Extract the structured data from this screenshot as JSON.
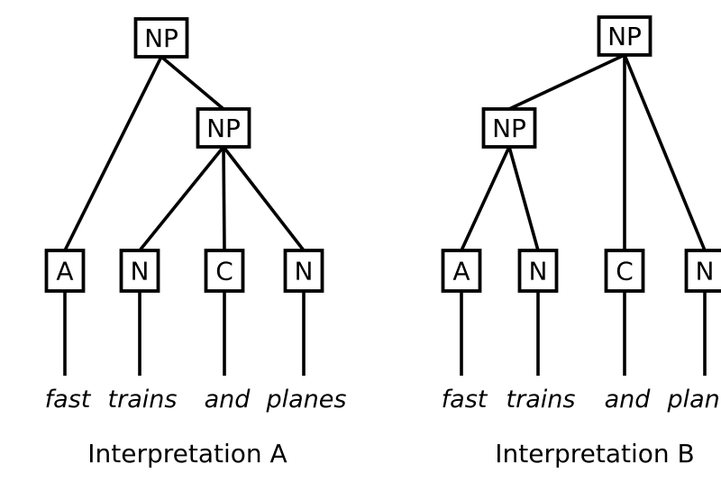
{
  "colors": {
    "background": "#ffffff",
    "ink": "#000000"
  },
  "trees": [
    {
      "caption": "Interpretation A",
      "nodes": [
        {
          "id": "np1",
          "label": "NP"
        },
        {
          "id": "np2",
          "label": "NP"
        },
        {
          "id": "a",
          "label": "A"
        },
        {
          "id": "n1",
          "label": "N"
        },
        {
          "id": "c",
          "label": "C"
        },
        {
          "id": "n2",
          "label": "N"
        }
      ],
      "edges": [
        [
          "np1",
          "a"
        ],
        [
          "np1",
          "np2"
        ],
        [
          "np2",
          "n1"
        ],
        [
          "np2",
          "c"
        ],
        [
          "np2",
          "n2"
        ]
      ],
      "words": [
        {
          "text": "fast",
          "leaf": "a"
        },
        {
          "text": "trains",
          "leaf": "n1"
        },
        {
          "text": "and",
          "leaf": "c"
        },
        {
          "text": "planes",
          "leaf": "n2"
        }
      ]
    },
    {
      "caption": "Interpretation B",
      "nodes": [
        {
          "id": "np1",
          "label": "NP"
        },
        {
          "id": "np2",
          "label": "NP"
        },
        {
          "id": "a",
          "label": "A"
        },
        {
          "id": "n1",
          "label": "N"
        },
        {
          "id": "c",
          "label": "C"
        },
        {
          "id": "n2",
          "label": "N"
        }
      ],
      "edges": [
        [
          "np1",
          "np2"
        ],
        [
          "np1",
          "c"
        ],
        [
          "np1",
          "n2"
        ],
        [
          "np2",
          "a"
        ],
        [
          "np2",
          "n1"
        ]
      ],
      "words": [
        {
          "text": "fast",
          "leaf": "a"
        },
        {
          "text": "trains",
          "leaf": "n1"
        },
        {
          "text": "and",
          "leaf": "c"
        },
        {
          "text": "planes",
          "leaf": "n2"
        }
      ]
    }
  ]
}
